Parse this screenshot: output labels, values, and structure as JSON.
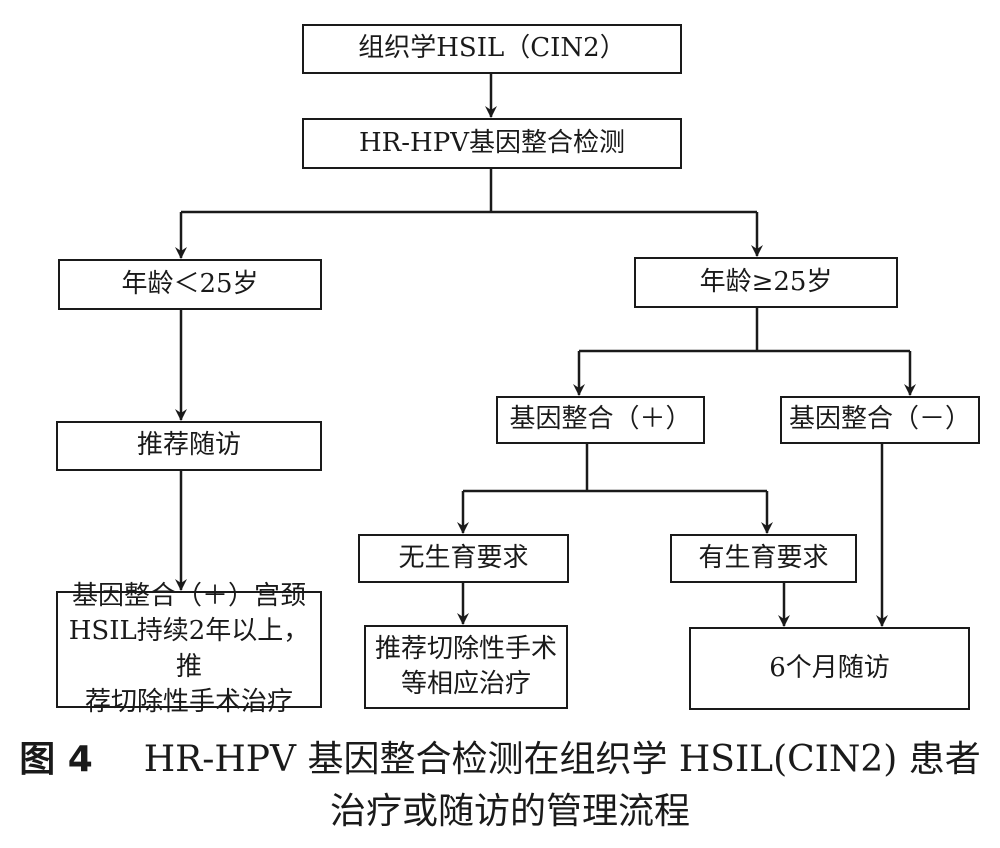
{
  "nodes": {
    "start": "组织学HSIL（CIN2）",
    "test": "HR-HPV基因整合检测",
    "age_young": "年龄＜25岁",
    "age_old": "年龄≥25岁",
    "follow_young": "推荐随访",
    "young_outcome_lines": [
      "基因整合（＋）宫颈",
      "HSIL持续2年以上，推",
      "荐切除性手术治疗"
    ],
    "integ_pos": "基因整合（＋）",
    "integ_neg": "基因整合（－）",
    "no_fertility": "无生育要求",
    "fertility": "有生育要求",
    "surgery_lines": [
      "推荐切除性手术",
      "等相应治疗"
    ],
    "followup_6m": "6个月随访"
  },
  "caption": {
    "label": "图 4",
    "line1": "HR-HPV 基因整合检测在组织学 HSIL(CIN2) 患者",
    "line2": "治疗或随访的管理流程"
  }
}
